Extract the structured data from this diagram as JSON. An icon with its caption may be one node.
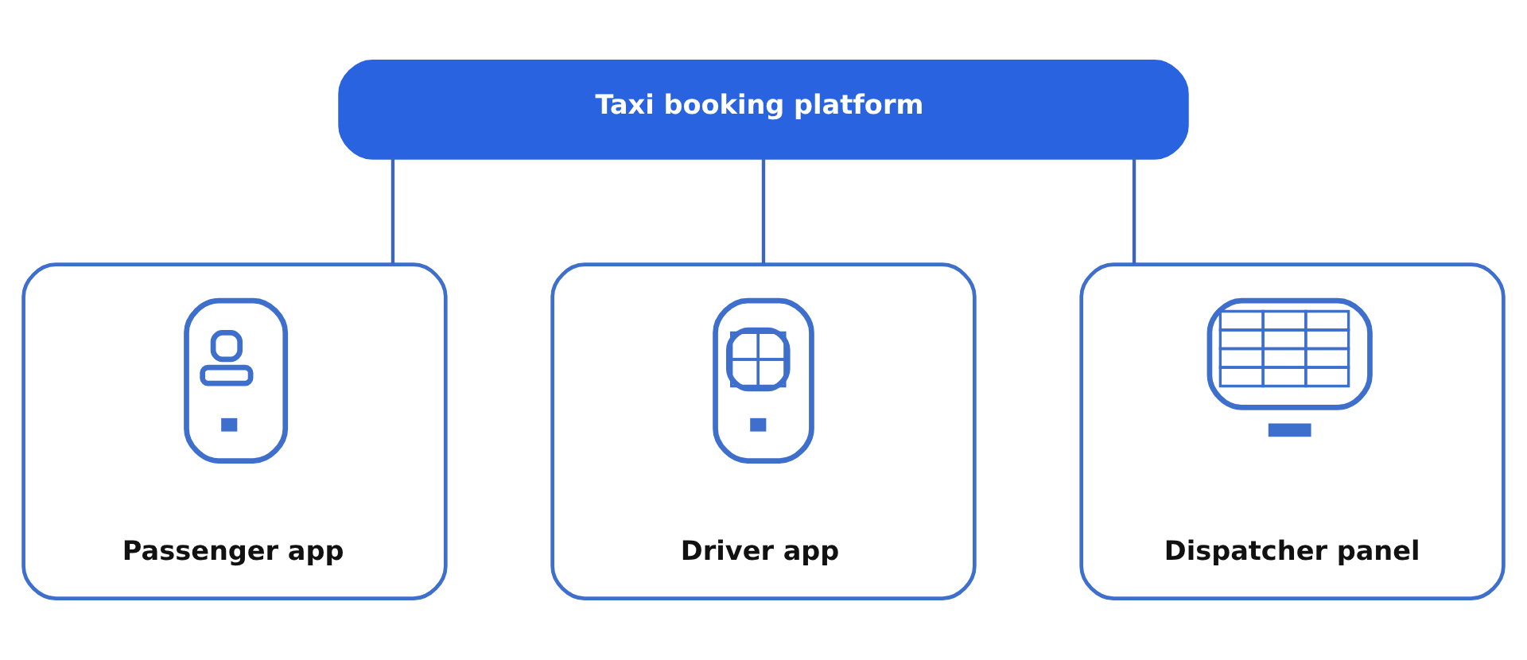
{
  "diagram": {
    "nodes": [
      {
        "text": [
          "Taxi booking platform"
        ]
      },
      {
        "text": [
          "Passenger app"
        ]
      },
      {
        "text": [
          "Driver app"
        ]
      },
      {
        "text": [
          "Dispatcher panel"
        ]
      }
    ],
    "edges": [
      {
        "from": 0,
        "to": 1,
        "arrow": "none"
      },
      {
        "from": 0,
        "to": 2,
        "arrow": "none"
      },
      {
        "from": 0,
        "to": 3,
        "arrow": "none"
      }
    ]
  }
}
